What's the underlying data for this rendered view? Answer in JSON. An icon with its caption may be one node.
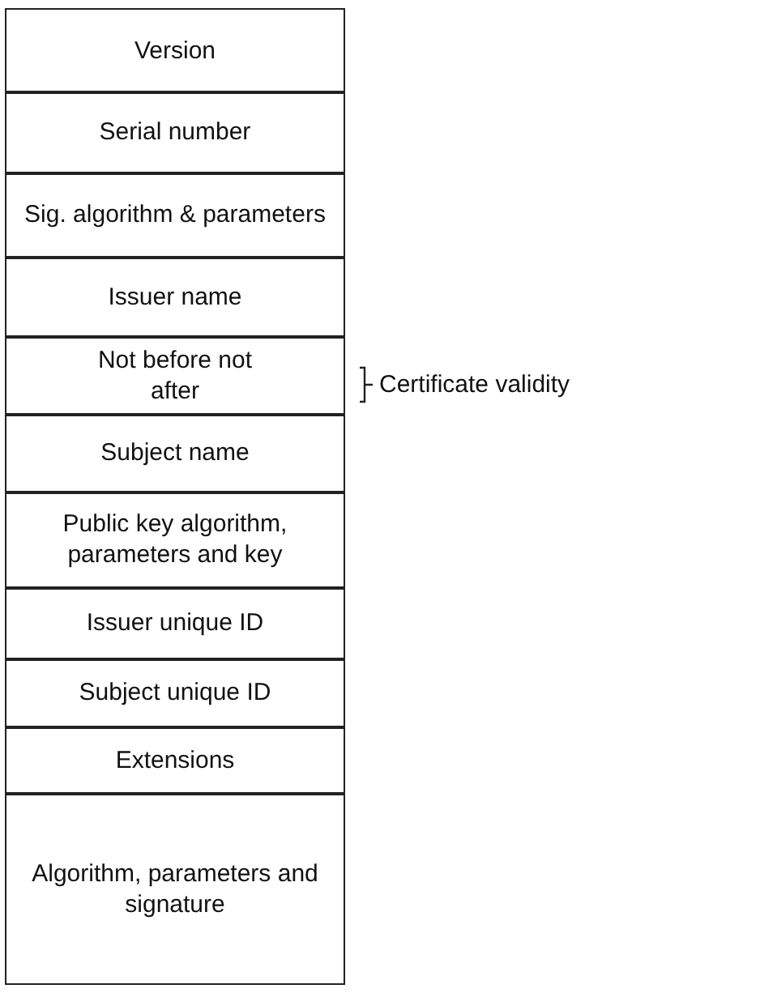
{
  "diagram": {
    "nodes": [
      {
        "text": [
          "Version"
        ]
      },
      {
        "text": [
          "Serial number"
        ]
      },
      {
        "text": [
          "Sig. algorithm & parameters"
        ]
      },
      {
        "text": [
          "Issuer name"
        ]
      },
      {
        "text": [
          "Not before not after"
        ],
        "beside": [
          "Certificate validity"
        ]
      },
      {
        "text": [
          "Subject name"
        ]
      },
      {
        "text": [
          "Public key algorithm, parameters and key"
        ]
      },
      {
        "text": [
          "Issuer unique ID"
        ]
      },
      {
        "text": [
          "Subject unique ID"
        ]
      },
      {
        "text": [
          "Extensions"
        ]
      },
      {
        "text": [
          "Algorithm, parameters and signature"
        ]
      }
    ]
  }
}
